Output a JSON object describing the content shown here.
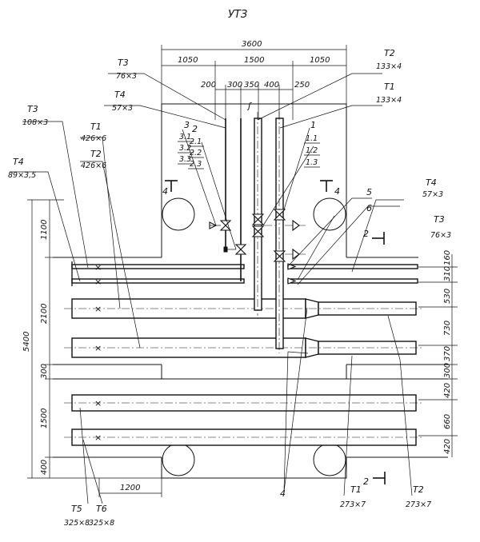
{
  "title": "УТЗ",
  "overall_dims": {
    "width": "3600",
    "segments": [
      "1050",
      "1500",
      "1050"
    ],
    "small_top": [
      "200",
      "300",
      "350",
      "400",
      "250"
    ],
    "height": "5400",
    "left_vertical": [
      "1100",
      "2100",
      "300",
      "1500",
      "400"
    ],
    "bottom": "1200",
    "right_vertical": [
      "160",
      "310",
      "530",
      "730",
      "370",
      "300",
      "420",
      "660",
      "420"
    ]
  },
  "labels": {
    "t3_top": {
      "name": "Т3",
      "size": "76×3"
    },
    "t4_top": {
      "name": "Т4",
      "size": "57×3"
    },
    "t2_top": {
      "name": "Т2",
      "size": "133×4"
    },
    "t1_top": {
      "name": "Т1",
      "size": "133×4"
    },
    "t3_left": {
      "name": "Т3",
      "size": "108×3"
    },
    "t4_left": {
      "name": "Т4",
      "size": "89×3,5"
    },
    "t1_left": {
      "name": "Т1",
      "size": "426×6"
    },
    "t2_left": {
      "name": "Т2",
      "size": "426×6"
    },
    "t4_right": {
      "name": "Т4",
      "size": "57×3"
    },
    "t3_right": {
      "name": "Т3",
      "size": "76×3"
    },
    "t1_bottom": {
      "name": "Т1",
      "size": "273×7"
    },
    "t2_bottom": {
      "name": "Т2",
      "size": "273×7"
    },
    "t5_bottom": {
      "name": "Т5",
      "size": "325×8"
    },
    "t6_bottom": {
      "name": "Т6",
      "size": "325×8"
    }
  },
  "callouts": {
    "c3": "3",
    "c3_1": "3.1",
    "c3_2": "3.2",
    "c3_3": "3.3",
    "c2": "2",
    "c2_1": "2.1",
    "c2_2": "2.2",
    "c2_3": "2.3",
    "c1": "1",
    "c1_1": "1.1",
    "c1_2": "1.2",
    "c1_3": "1.3",
    "c5": "5",
    "c6": "6",
    "c4": "4"
  },
  "section_marks": {
    "s4_left": "4",
    "s4_right": "4",
    "s2_top": "2",
    "s2_bottom": "2"
  }
}
